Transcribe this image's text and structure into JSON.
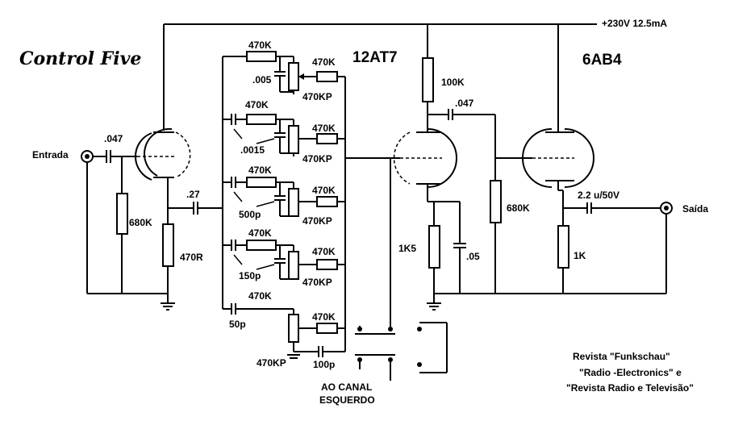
{
  "title": "Control Five",
  "supply": "+230V 12.5mA",
  "tubes": {
    "left": "12AT7",
    "right": "6AB4"
  },
  "io": {
    "input": "Entrada",
    "output": "Saída"
  },
  "channel_note": [
    "AO CANAL",
    "ESQUERDO"
  ],
  "credits": [
    "Revista \"Funkschau\"",
    "\"Radio -Electronics\"  e",
    "\"Revista Radio e Televisão\""
  ],
  "components": {
    "c_in": ".047",
    "r_grid": "680K",
    "c_cathode": ".27",
    "r_cathode": "470R",
    "band1": {
      "r_series": "470K",
      "cap": ".005",
      "r_fb": "470K",
      "pot": "470KP"
    },
    "band2": {
      "r_series": "470K",
      "cap": ".0015",
      "r_fb": "470K",
      "pot": "470KP"
    },
    "band3": {
      "r_series": "470K",
      "cap": "500p",
      "r_fb": "470K",
      "pot": "470KP"
    },
    "band4": {
      "r_series": "470K",
      "cap": "150p",
      "r_fb": "470K",
      "pot": "470KP"
    },
    "band5": {
      "cap": "50p",
      "r_fb": "470K",
      "pot": "470KP",
      "cap2": "100p"
    },
    "r_plate": "100K",
    "c_couple": ".047",
    "r_cathode2": "1K5",
    "c_cathode2": ".05",
    "r_grid2": "680K",
    "c_out": "2.2 u/50V",
    "r_out": "1K"
  }
}
